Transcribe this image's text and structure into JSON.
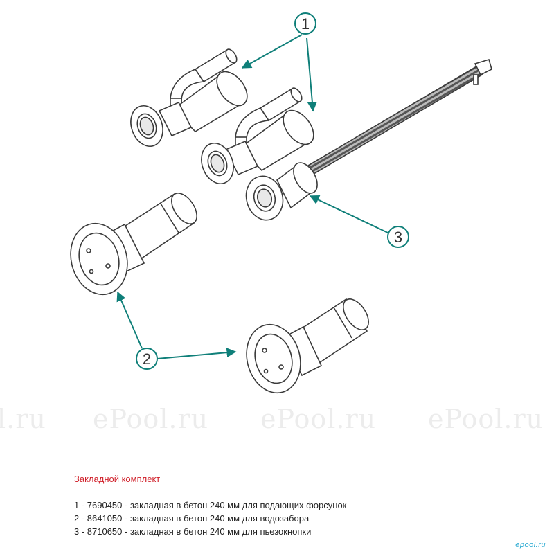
{
  "callouts": [
    {
      "number": "1"
    },
    {
      "number": "2"
    },
    {
      "number": "3"
    }
  ],
  "watermark": {
    "items": [
      "l.ru",
      "ePool.ru",
      "ePool.ru",
      "ePool.ru"
    ]
  },
  "legend": {
    "title": "Закладной комплект",
    "items": [
      "1 - 7690450 - закладная в бетон 240 мм для подающих форсунок",
      "2 - 8641050 - закладная в бетон 240 мм для водозабора",
      "3 - 8710650 - закладная в бетон 240 мм для пьезокнопки"
    ]
  },
  "logo": {
    "text": "epool.ru"
  },
  "colors": {
    "callout": "#0f7f79",
    "drawing": "#3a3a3a",
    "legend_title": "#d0202a",
    "watermark": "#ececec",
    "logo": "#27a9d1"
  }
}
